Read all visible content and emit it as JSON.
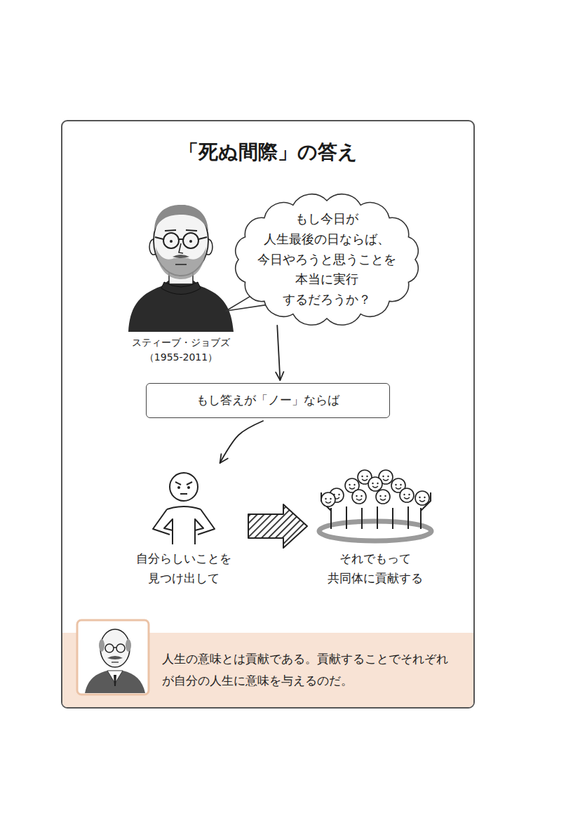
{
  "diagram": {
    "title": "「死ぬ間際」の答え",
    "nodes": [
      {
        "text": [
          "もし今日が 人生最後の日ならば、 今日やろうと思うことを 本当に実行 するだろうか？"
        ]
      },
      {
        "text": [
          "もし答えが「ノー」ならば"
        ]
      },
      {
        "text": [
          "自分らしいことを 見つけ出して"
        ]
      },
      {
        "text": [
          "それでもって 共同体に貢献する"
        ]
      },
      {
        "text": [
          "人生の意味とは貢献である。貢献することでそれぞれが自分の人生に意味を与えるのだ。"
        ]
      }
    ],
    "edges": [
      {
        "from": 0,
        "to": 1,
        "arrow": "to"
      },
      {
        "from": 1,
        "to": 2,
        "arrow": "to"
      },
      {
        "from": 2,
        "to": 3,
        "arrow": "to"
      }
    ],
    "labels": [
      "スティーブ・ジョブズ",
      "（1955-2011）"
    ]
  }
}
